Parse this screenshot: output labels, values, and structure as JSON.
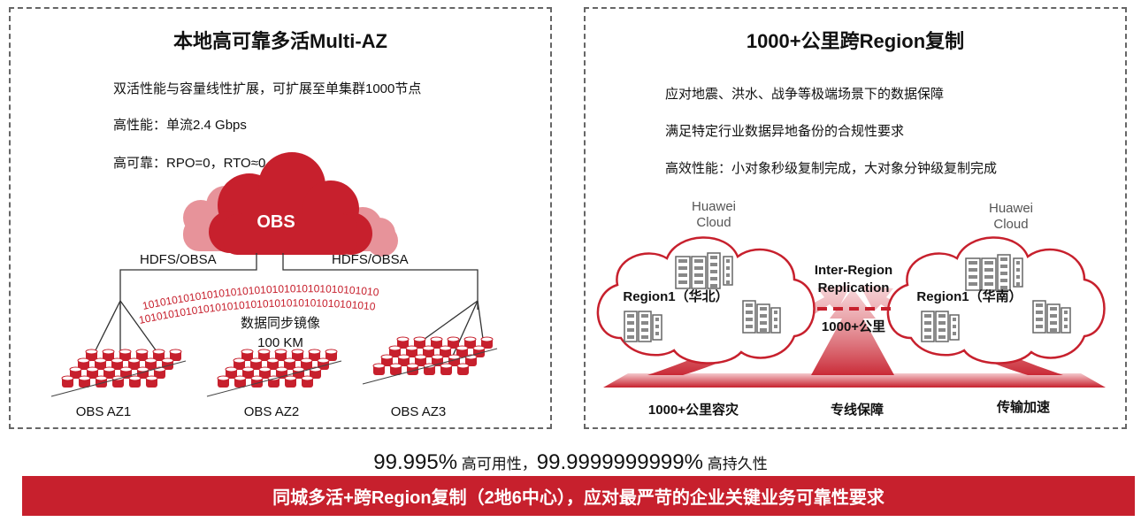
{
  "left_panel": {
    "title": "本地高可靠多活Multi-AZ",
    "bullets": [
      "双活性能与容量线性扩展，可扩展至单集群1000节点",
      "高性能：单流2.4 Gbps",
      "高可靠：RPO=0，RTO≈0"
    ],
    "cloud_label": "OBS",
    "link_labels": [
      "HDFS/OBSA",
      "HDFS/OBSA"
    ],
    "binary_rows": [
      "1010101010101010101010101010101010101010",
      "1010101010101010101010101010101010101010"
    ],
    "sync_label": "数据同步镜像",
    "distance_label": "100 KM",
    "az_labels": [
      "OBS AZ1",
      "OBS AZ2",
      "OBS AZ3"
    ]
  },
  "right_panel": {
    "title": "1000+公里跨Region复制",
    "bullets": [
      "应对地震、洪水、战争等极端场景下的数据保障",
      "满足特定行业数据异地备份的合规性要求",
      "高效性能：小对象秒级复制完成，大对象分钟级复制完成"
    ],
    "clouds": [
      {
        "provider_line1": "Huawei",
        "provider_line2": "Cloud",
        "region": "Region1（华北）"
      },
      {
        "provider_line1": "Huawei",
        "provider_line2": "Cloud",
        "region": "Region1（华南）"
      }
    ],
    "replication_line1": "Inter-Region",
    "replication_line2": "Replication",
    "distance_label": "1000+公里",
    "bottom_labels": [
      "1000+公里容灾",
      "专线保障",
      "传输加速"
    ]
  },
  "stats": {
    "availability_value": "99.995%",
    "availability_label": " 高可用性，",
    "durability_value": "99.9999999999%",
    "durability_label": " 高持久性"
  },
  "banner": {
    "text": "同城多活+跨Region复制（2地6中心），应对最严苛的企业关键业务可靠性要求"
  },
  "colors": {
    "accent_red": "#c7202d",
    "light_red": "#e0828b",
    "border_gray": "#666666"
  }
}
